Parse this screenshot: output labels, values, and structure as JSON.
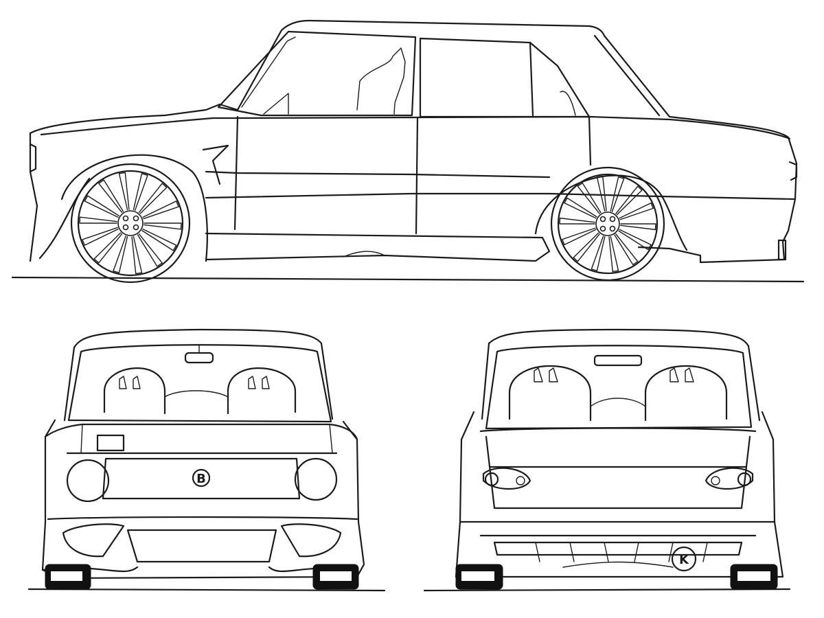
{
  "drawing": {
    "ink_color": "#1a1a1a",
    "paper_color": "#ffffff",
    "views": [
      "side",
      "front",
      "rear"
    ]
  },
  "front_view": {
    "grille_emblem": "B"
  },
  "rear_view": {
    "rear_emblem": "K"
  }
}
